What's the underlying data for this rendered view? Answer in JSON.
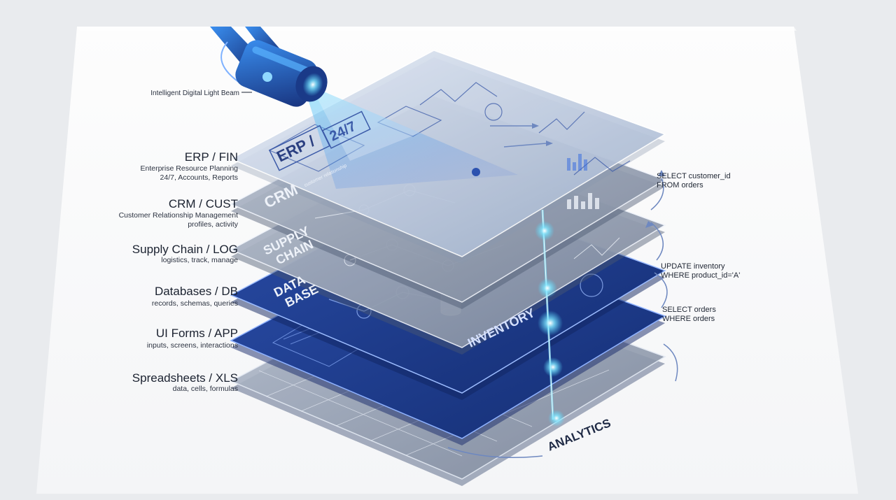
{
  "beam_label": "Intelligent Digital Light Beam",
  "layers": [
    {
      "title": "ERP / FIN",
      "sub": [
        "Enterprise Resource Planning",
        "24/7, Accounts, Reports"
      ]
    },
    {
      "title": "CRM / CUST",
      "sub": [
        "Customer Relationship Management",
        "profiles, activity"
      ]
    },
    {
      "title": "Supply Chain / LOG",
      "sub": [
        "logistics, track, manage"
      ]
    },
    {
      "title": "Databases / DB",
      "sub": [
        "records, schemas, queries"
      ]
    },
    {
      "title": "UI Forms / APP",
      "sub": [
        "inputs, screens, interactions"
      ]
    },
    {
      "title": "Spreadsheets / XLS",
      "sub": [
        "data, cells, formulas"
      ]
    }
  ],
  "plate_labels": {
    "erp": "ERP /",
    "erp_time": "24/7",
    "crm": "CRM",
    "crm_sub": "customer relationship",
    "supply_1": "SUPPLY",
    "supply_2": "CHAIN",
    "db_1": "DATA",
    "db_2": "BASE",
    "inventory": "INVENTORY",
    "analytics": "ANALYTICS"
  },
  "queries": [
    [
      "SELECT customer_id",
      "FROM orders"
    ],
    [
      "UPDATE inventory",
      "WHERE product_id='A'"
    ],
    [
      "SELECT orders",
      "WHERE orders"
    ]
  ],
  "colors": {
    "accent": "#3b6fe0",
    "glow": "#4fd8ff",
    "plate_glass": "#b9c6dd",
    "plate_navy": "#1d3c8f"
  }
}
